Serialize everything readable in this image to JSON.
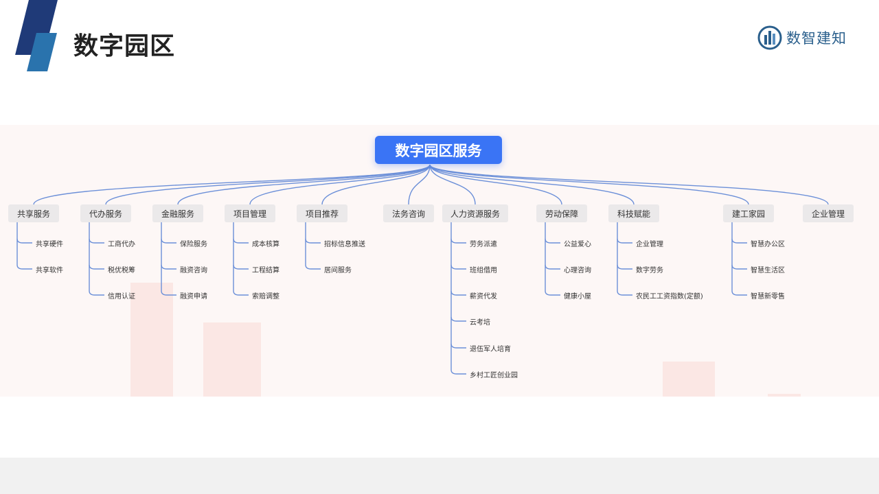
{
  "header": {
    "title": "数字园区",
    "logo_text": "数智建知"
  },
  "mindmap": {
    "root": "数字园区服务",
    "categories": [
      {
        "label": "共享服务",
        "children": [
          "共享硬件",
          "共享软件"
        ]
      },
      {
        "label": "代办服务",
        "children": [
          "工商代办",
          "税优税筹",
          "信用认证"
        ]
      },
      {
        "label": "金融服务",
        "children": [
          "保险服务",
          "融资咨询",
          "融资申请"
        ]
      },
      {
        "label": "项目管理",
        "children": [
          "成本核算",
          "工程结算",
          "索赔调整"
        ]
      },
      {
        "label": "项目推荐",
        "children": [
          "招标信息推送",
          "居间服务"
        ]
      },
      {
        "label": "法务咨询",
        "children": []
      },
      {
        "label": "人力资源服务",
        "children": [
          "劳务派遣",
          "班组借用",
          "薪资代发",
          "云考培",
          "退伍军人培育",
          "乡村工匠创业园"
        ]
      },
      {
        "label": "劳动保障",
        "children": [
          "公益爱心",
          "心理咨询",
          "健康小屋"
        ]
      },
      {
        "label": "科技赋能",
        "children": [
          "企业管理",
          "数字劳务",
          "农民工工资指数(定额)"
        ]
      },
      {
        "label": "建工家园",
        "children": [
          "智慧办公区",
          "智慧生活区",
          "智慧新零售"
        ]
      },
      {
        "label": "企业管理",
        "children": []
      }
    ]
  },
  "colors": {
    "accent": "#3a74f5",
    "line": "#6b8fd8"
  }
}
